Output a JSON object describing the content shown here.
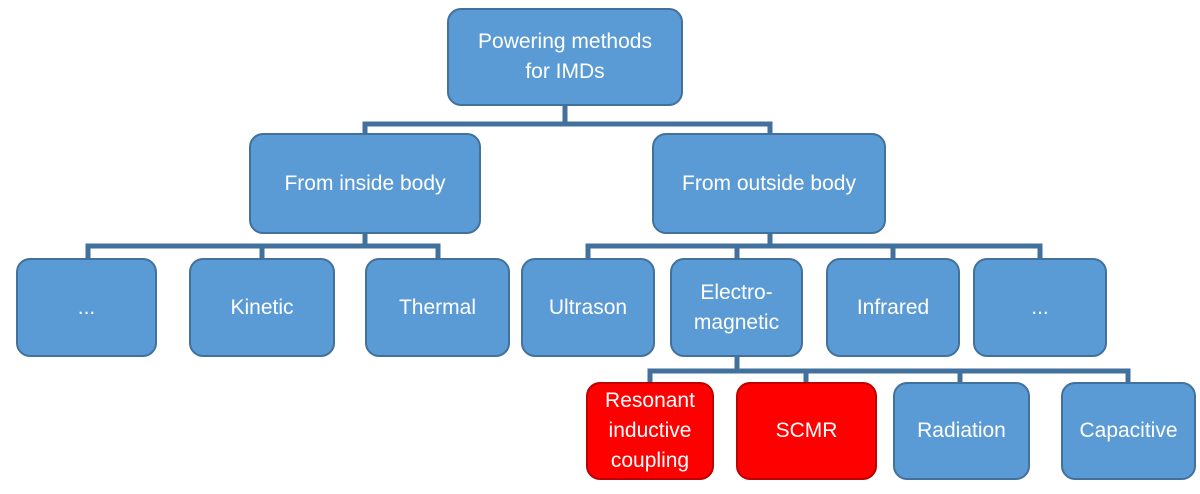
{
  "root": {
    "label": "Powering methods\nfor IMDs"
  },
  "level1": {
    "inside": {
      "label": "From inside body"
    },
    "outside": {
      "label": "From outside body"
    }
  },
  "inside_children": [
    {
      "label": "..."
    },
    {
      "label": "Kinetic"
    },
    {
      "label": "Thermal"
    }
  ],
  "outside_children": [
    {
      "label": "Ultrason"
    },
    {
      "label": "Electro-\nmagnetic"
    },
    {
      "label": "Infrared"
    },
    {
      "label": "..."
    }
  ],
  "em_children": [
    {
      "label": "Resonant\ninductive\ncoupling",
      "highlighted": true
    },
    {
      "label": "SCMR",
      "highlighted": true
    },
    {
      "label": "Radiation",
      "highlighted": false
    },
    {
      "label": "Capacitive",
      "highlighted": false
    }
  ],
  "colors": {
    "box_fill": "#5b9bd5",
    "box_border": "#41719c",
    "highlight_fill": "#ff0000",
    "highlight_border": "#c00000",
    "text": "#ffffff"
  }
}
